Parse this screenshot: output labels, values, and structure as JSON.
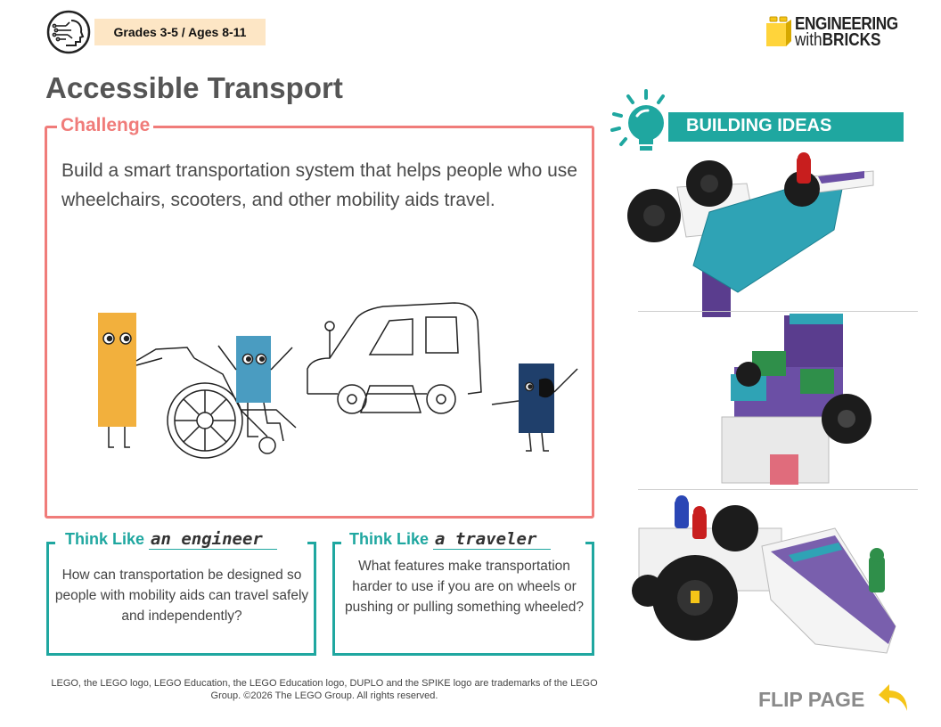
{
  "header": {
    "grade_badge": "Grades 3-5 / Ages 8-11",
    "brand_line1": "ENGINEERING",
    "brand_with": "with",
    "brand_bricks": "BRICKS"
  },
  "page_title": "Accessible Transport",
  "challenge": {
    "label": "Challenge",
    "text": "Build a smart transportation system that helps people who use wheelchairs, scooters, and other mobility aids travel."
  },
  "think_boxes": [
    {
      "prefix": "Think Like",
      "role": "an engineer",
      "question": "How can transportation be designed so people with mobility aids can travel safely and independently?"
    },
    {
      "prefix": "Think Like",
      "role": "a traveler",
      "question": "What features make transportation harder to use if you are on wheels or pushing or pulling something wheeled?"
    }
  ],
  "building_ideas": {
    "label": "BUILDING IDEAS"
  },
  "footer": {
    "legal": "LEGO, the LEGO logo, LEGO Education, the LEGO Education logo, DUPLO and the SPIKE logo are trademarks of the LEGO Group. ©2026 The LEGO Group. All rights reserved.",
    "flip_page": "FLIP PAGE"
  },
  "colors": {
    "challenge": "#f07c7a",
    "teal": "#1fa7a0",
    "badge": "#fde6c5",
    "brick_yellow": "#f5c518"
  },
  "icons": [
    "tech-head-logo-icon",
    "lightbulb-icon",
    "flip-arrow-icon"
  ]
}
